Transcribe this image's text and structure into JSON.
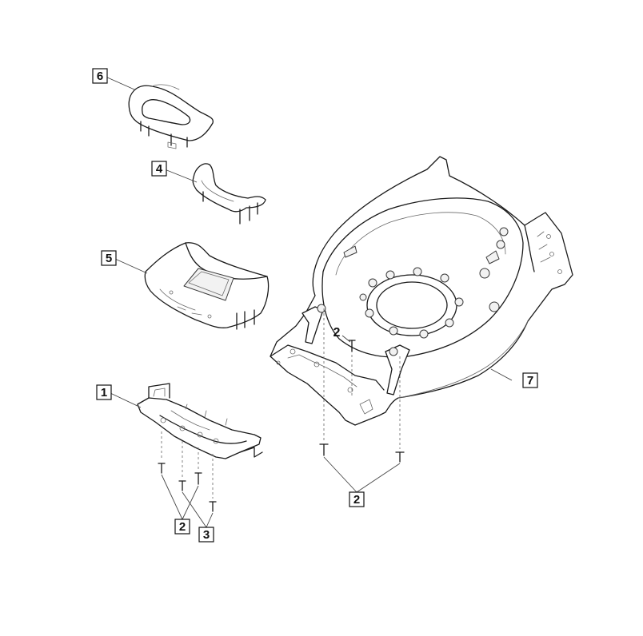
{
  "callouts": {
    "c1": "1",
    "c2_left": "2",
    "c2_mid": "2",
    "c2_bottom": "2",
    "c3": "3",
    "c4": "4",
    "c5": "5",
    "c6": "6",
    "c7": "7"
  }
}
